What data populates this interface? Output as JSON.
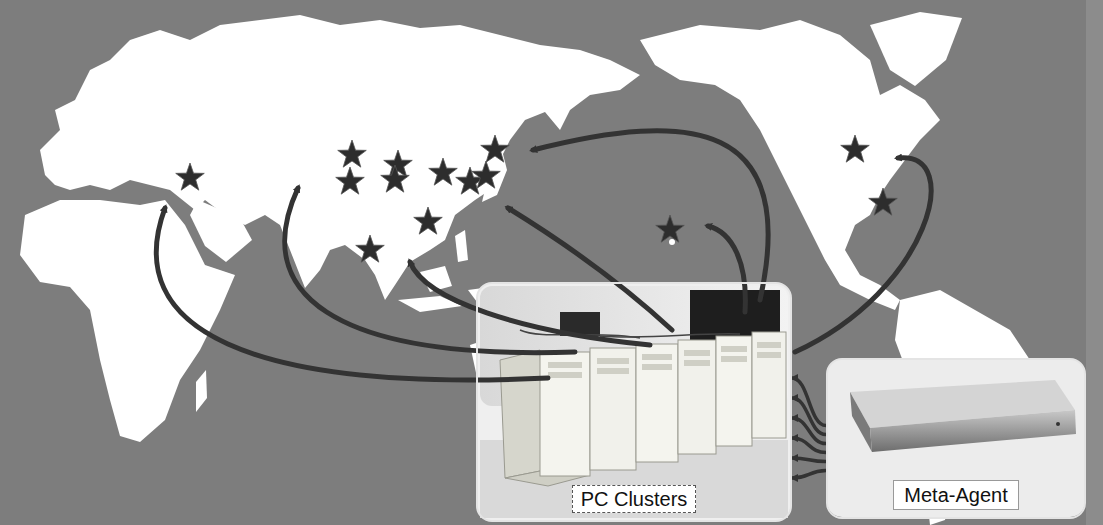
{
  "diagram": {
    "nodes": [
      {
        "text": [
          "PC Clusters"
        ]
      },
      {
        "text": [
          "Meta-Agent"
        ]
      }
    ],
    "edges": [
      {
        "from": 1,
        "to": 0,
        "arrow": "to"
      }
    ]
  }
}
